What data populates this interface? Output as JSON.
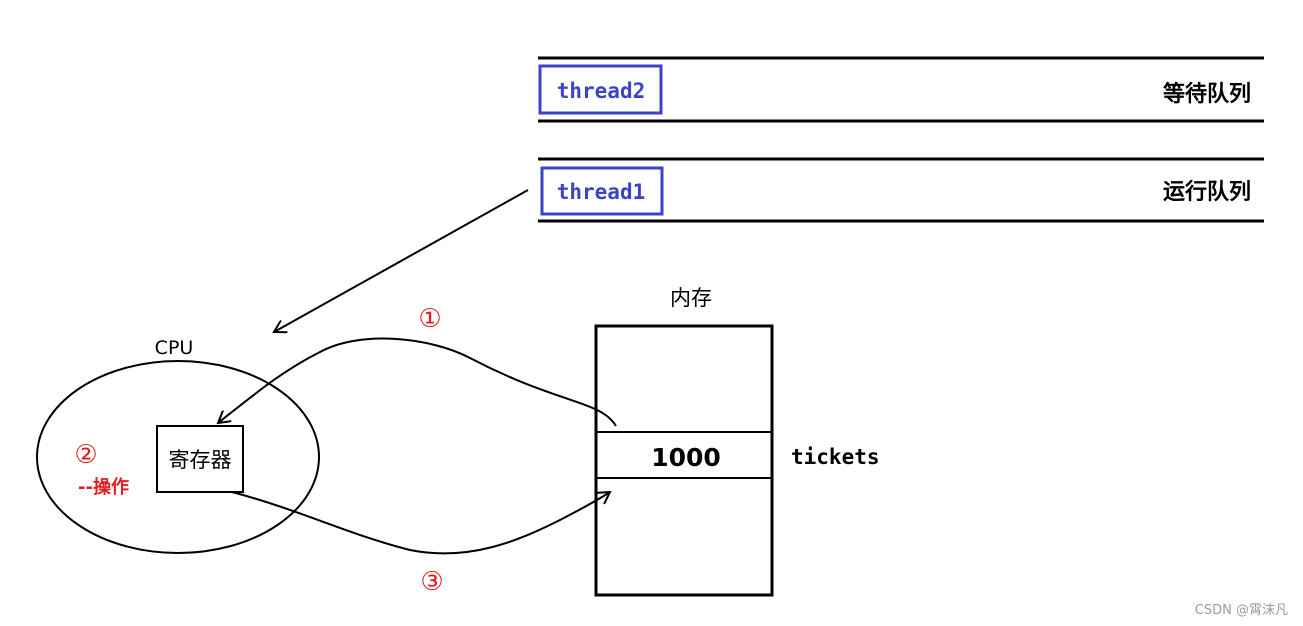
{
  "queues": {
    "waiting": {
      "thread_label": "thread2",
      "queue_label": "等待队列"
    },
    "running": {
      "thread_label": "thread1",
      "queue_label": "运行队列"
    }
  },
  "cpu": {
    "label": "CPU",
    "register_label": "寄存器"
  },
  "memory": {
    "label": "内存",
    "value": "1000",
    "variable_label": "tickets"
  },
  "steps": {
    "step1": "①",
    "step2": "②",
    "step2_text": "--操作",
    "step3": "③"
  },
  "watermark": "CSDN @霄沫凡",
  "colors": {
    "thread_box": "#3a44c8",
    "step_red": "#e02020",
    "line": "#000000"
  }
}
